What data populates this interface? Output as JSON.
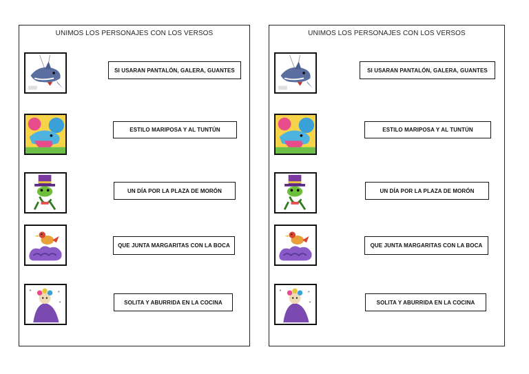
{
  "sheets": [
    {
      "title": "UNIMOS LOS PERSONAJES CON LOS VERSOS",
      "characters": [
        {
          "icon": "shark-character-icon"
        },
        {
          "icon": "butterfly-fish-character-icon"
        },
        {
          "icon": "top-hat-frog-character-icon"
        },
        {
          "icon": "bird-on-cloud-character-icon"
        },
        {
          "icon": "purple-witch-character-icon"
        }
      ],
      "verses": [
        "SI USARAN PANTALÓN, GALERA, GUANTES",
        "ESTILO MARIPOSA Y AL TUNTÚN",
        "UN DÍA POR LA PLAZA DE MORÓN",
        "QUE JUNTA MARGARITAS CON LA BOCA",
        "SOLITA Y ABURRIDA EN LA COCINA"
      ]
    },
    {
      "title": "UNIMOS LOS PERSONAJES CON LOS VERSOS",
      "characters": [
        {
          "icon": "shark-character-icon"
        },
        {
          "icon": "butterfly-fish-character-icon"
        },
        {
          "icon": "top-hat-frog-character-icon"
        },
        {
          "icon": "bird-on-cloud-character-icon"
        },
        {
          "icon": "purple-witch-character-icon"
        }
      ],
      "verses": [
        "SI USARAN PANTALÓN, GALERA, GUANTES",
        "ESTILO MARIPOSA Y AL TUNTÚN",
        "UN DÍA POR LA PLAZA DE MORÓN",
        "QUE JUNTA MARGARITAS CON LA BOCA",
        "SOLITA Y ABURRIDA EN LA COCINA"
      ]
    }
  ]
}
